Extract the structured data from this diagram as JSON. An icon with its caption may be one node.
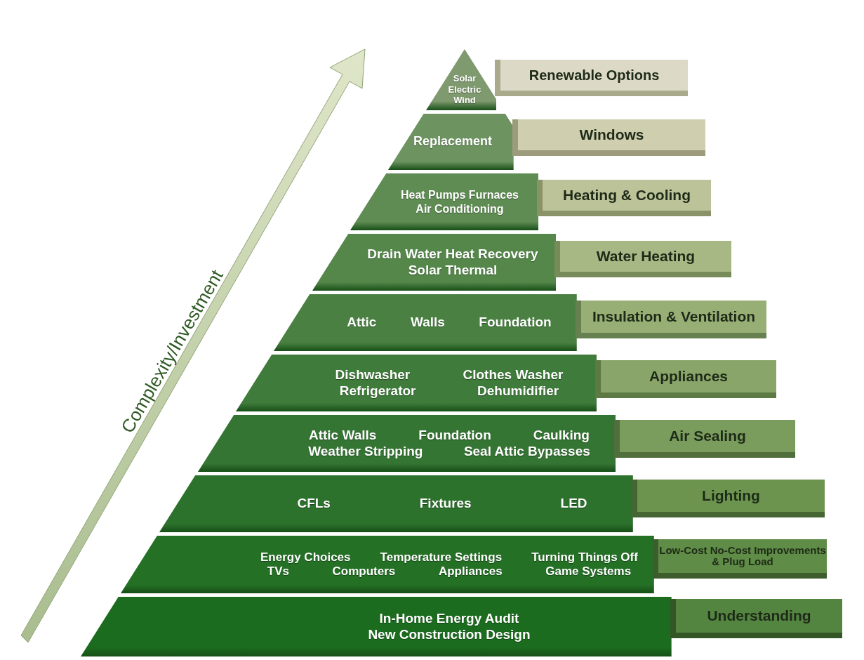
{
  "diagram": {
    "nodes": [
      {
        "text": [
          "Solar Electric",
          "Wind"
        ]
      },
      {
        "text": [
          "Replacement"
        ]
      },
      {
        "text": [
          "Heat Pumps Furnaces",
          "Air Conditioning"
        ]
      },
      {
        "text": [
          "Drain Water Heat Recovery",
          "Solar Thermal"
        ]
      },
      {
        "text": [
          "Attic",
          "Walls",
          "Foundation"
        ]
      },
      {
        "text": [
          "Dishwasher",
          "Clothes Washer",
          "Refrigerator",
          "Dehumidifier"
        ]
      },
      {
        "text": [
          "Attic Walls",
          "Foundation",
          "Caulking",
          "Weather Stripping",
          "Seal Attic Bypasses"
        ]
      },
      {
        "text": [
          "CFLs",
          "Fixtures",
          "LED"
        ]
      },
      {
        "text": [
          "Energy Choices",
          "Temperature Settings",
          "Turning Things Off",
          "TVs",
          "Computers",
          "Appliances",
          "Game Systems"
        ]
      },
      {
        "text": [
          "In-Home Energy Audit",
          "New Construction Design"
        ]
      },
      {
        "text": [
          "Renewable Options"
        ]
      },
      {
        "text": [
          "Windows"
        ]
      },
      {
        "text": [
          "Heating & Cooling"
        ]
      },
      {
        "text": [
          "Water Heating"
        ]
      },
      {
        "text": [
          "Insulation & Ventilation"
        ]
      },
      {
        "text": [
          "Appliances"
        ]
      },
      {
        "text": [
          "Air Sealing"
        ]
      },
      {
        "text": [
          "Lighting"
        ]
      },
      {
        "text": [
          "Low-Cost No-Cost Improvements & Plug Load"
        ]
      },
      {
        "text": [
          "Understanding"
        ]
      }
    ],
    "labels": [
      "Complexity/Investment"
    ]
  }
}
